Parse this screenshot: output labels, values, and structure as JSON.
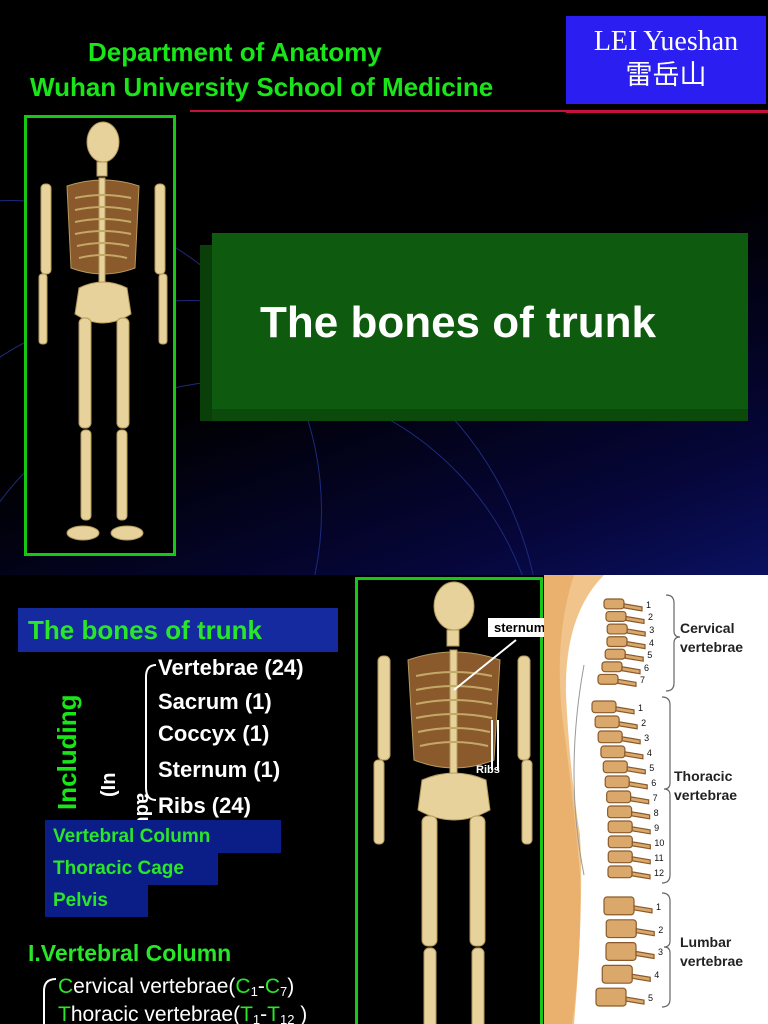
{
  "slide1": {
    "department_line1": "Department of Anatomy",
    "department_line2": "Wuhan University School of Medicine",
    "author_name": "LEI Yueshan",
    "author_chinese": "雷岳山",
    "title": "The bones of trunk",
    "colors": {
      "green_text": "#19e619",
      "author_box": "#2a1ff0",
      "title_box": "#0e5a0e",
      "divider": "#c8103c"
    }
  },
  "slide2": {
    "heading": "The bones of trunk",
    "including_label": "Including",
    "in_adult_label": "(In",
    "in_adult_label2": "adult)",
    "bones": [
      "Vertebrae (24)",
      "Sacrum (1)",
      "Coccyx (1)",
      "Sternum (1)",
      "Ribs (24)"
    ],
    "sections": [
      "Vertebral Column",
      "Thoracic Cage",
      "Pelvis"
    ],
    "vc_heading": "I.Vertebral Column",
    "cervical": {
      "first": "C",
      "rest": "ervical vertebrae(",
      "c1": "C",
      "s1": "1",
      "dash": "-",
      "c2": "C",
      "s2": "7",
      "close": ")"
    },
    "thoracic": {
      "first": "T",
      "rest": "horacic vertebrae(",
      "c1": "T",
      "s1": "1",
      "dash": "-",
      "c2": "T",
      "s2": "12",
      "close": " )"
    },
    "skeleton_labels": {
      "sternum": "sternum",
      "ribs": "Ribs"
    },
    "spine_labels": {
      "cervical": [
        "Cervical",
        "vertebrae"
      ],
      "thoracic": [
        "Thoracic",
        "vertebrae"
      ],
      "lumbar": [
        "Lumbar",
        "vertebrae"
      ]
    },
    "cervical_numbers": [
      "1",
      "2",
      "3",
      "4",
      "5",
      "6",
      "7"
    ],
    "thoracic_numbers": [
      "1",
      "2",
      "3",
      "4",
      "5",
      "6",
      "7",
      "8",
      "9",
      "10",
      "11",
      "12"
    ],
    "lumbar_numbers": [
      "1",
      "2",
      "3",
      "4",
      "5"
    ]
  }
}
